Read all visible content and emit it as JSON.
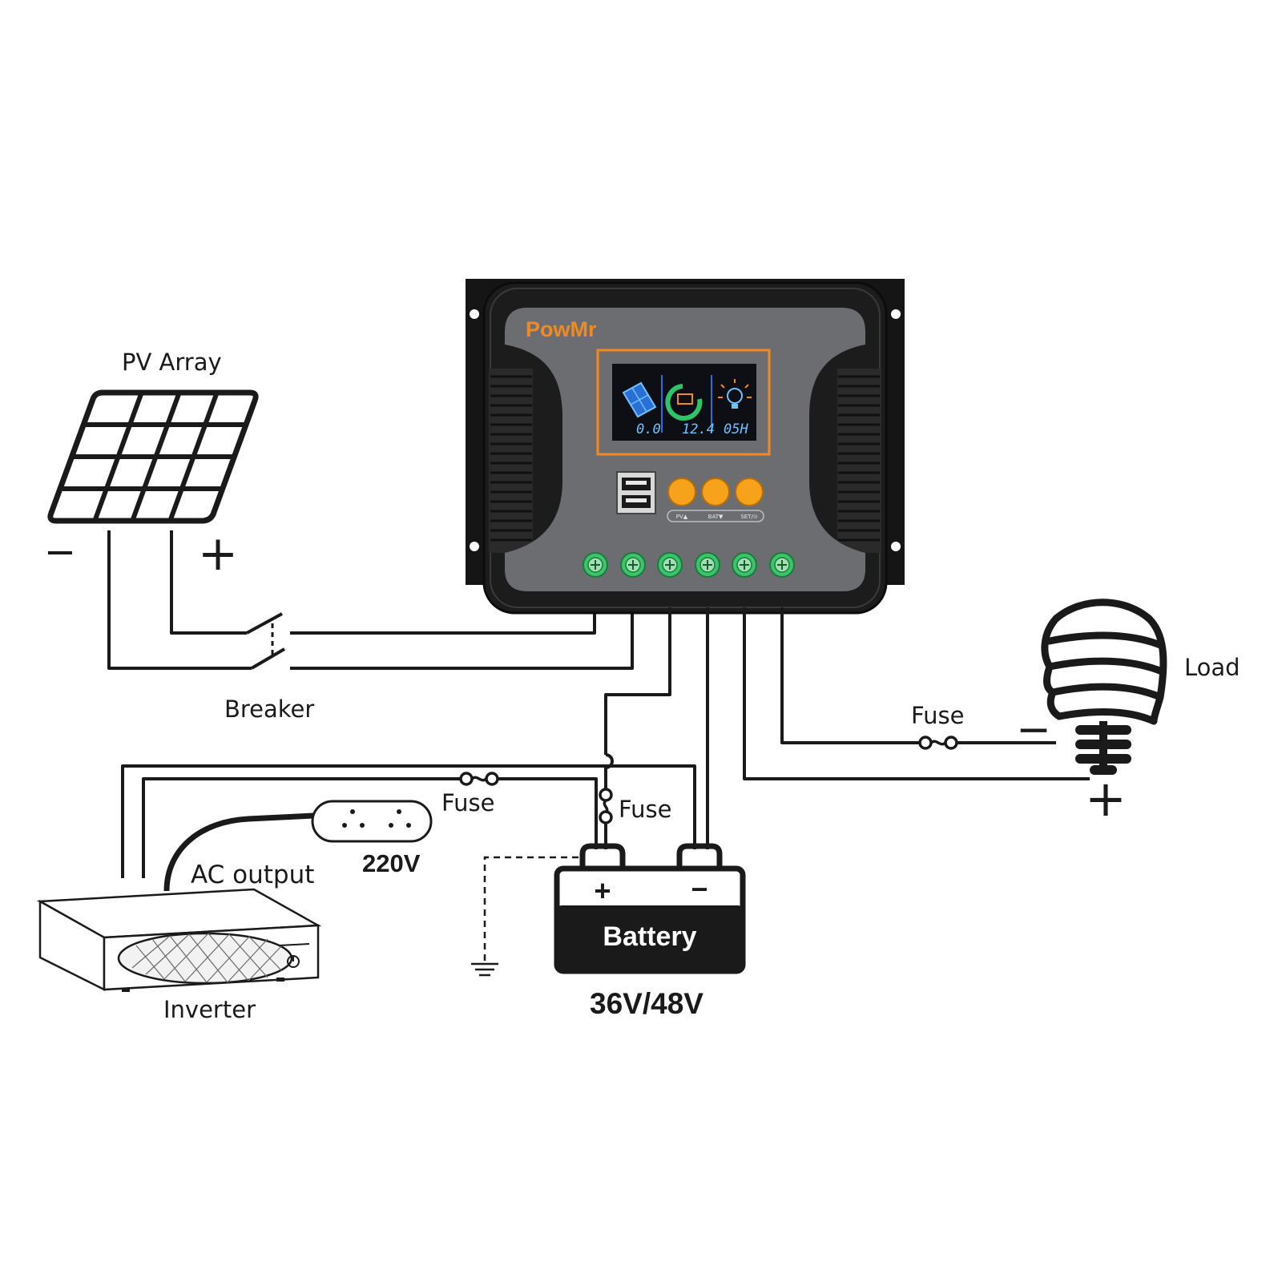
{
  "labels": {
    "pv_array": "PV Array",
    "breaker": "Breaker",
    "load": "Load",
    "fuse_load": "Fuse",
    "fuse_inverter": "Fuse",
    "fuse_battery": "Fuse",
    "ac_output": "AC output",
    "voltage_ac": "220V",
    "inverter": "Inverter",
    "battery": "Battery",
    "battery_voltage": "36V/48V",
    "polarity_minus": "−",
    "polarity_plus": "+"
  },
  "controller": {
    "brand": "PowMr",
    "lcd_pv": "0.0",
    "lcd_battery": "12.4",
    "lcd_load": "05H",
    "button_labels": [
      "PV▲",
      "BAT▼",
      "SET/⊙"
    ]
  },
  "colors": {
    "accent": "#f08a24",
    "button": "#f7a21b",
    "terminal": "#3cc46a",
    "lcd_bg": "#0d0f14",
    "panel": "#6b6d70",
    "frame": "#1c1c1c"
  }
}
